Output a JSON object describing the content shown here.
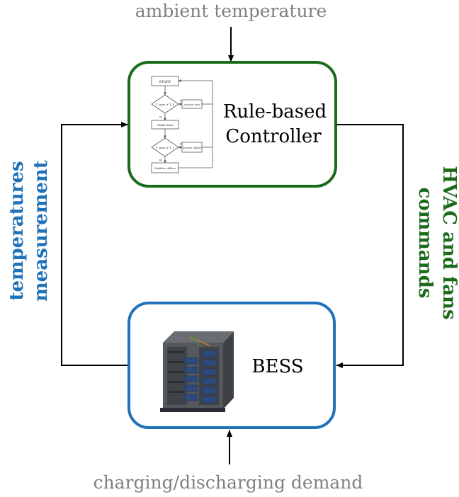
{
  "inputs": {
    "top": "ambient temperature",
    "bottom": "charging/discharging demand"
  },
  "controller": {
    "label_line1": "Rule-based",
    "label_line2": "Controller",
    "flowchart": {
      "start": "START",
      "decision1": "T_max ≥ T_h",
      "action1": "Activate fans",
      "step2": "Stable fans",
      "decision2": "T_max ≥ T_c",
      "action2": "Activate chillers",
      "step3": "Stabilize chillers",
      "yes1": "yes",
      "yes2": "yes",
      "no1": "no",
      "no2": "no"
    }
  },
  "bess": {
    "label": "BESS"
  },
  "side_labels": {
    "left_line1": "temperatures",
    "left_line2": "measurement",
    "right_line1": "HVAC and fans",
    "right_line2": "commands"
  },
  "colors": {
    "controller_border": "#1b6b1b",
    "bess_border": "#1f72b8",
    "left_label": "#1f72b8",
    "right_label": "#1b6b1b",
    "input_text": "#808080",
    "arrow": "#000000"
  }
}
